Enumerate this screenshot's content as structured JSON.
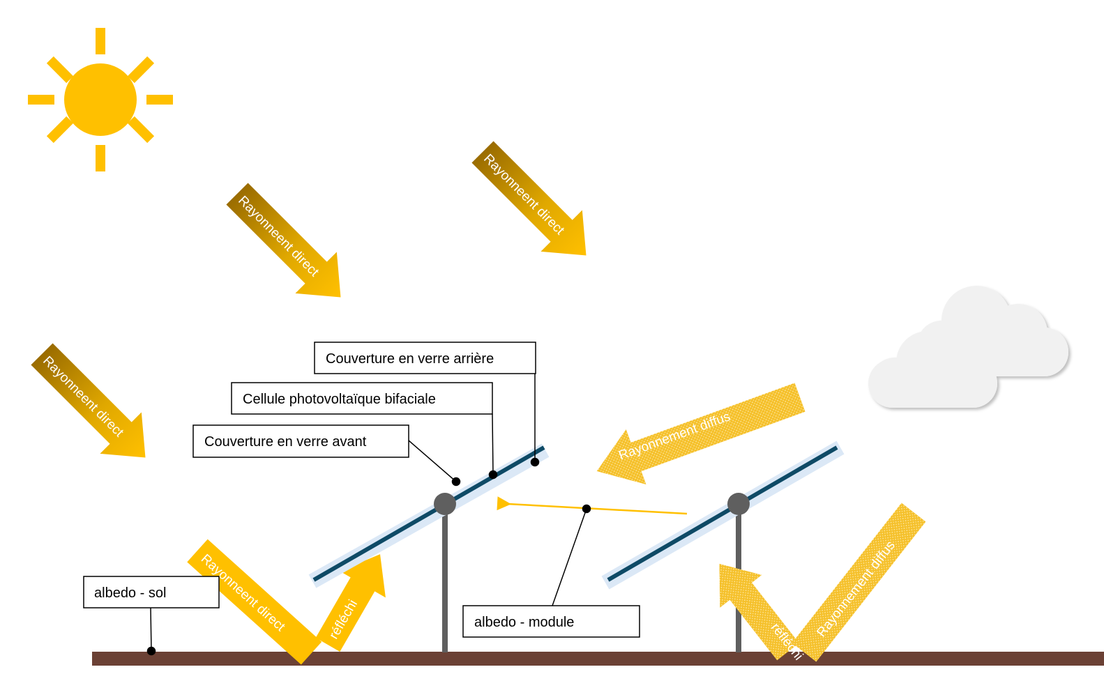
{
  "labels": {
    "direct": "Rayonneent direct",
    "diffuse": "Rayonnement diffus",
    "reflected": "réfléchi",
    "front_glass": "Couverture en verre avant",
    "bifacial_cell": "Cellule photovoltaïque bifaciale",
    "rear_glass": "Couverture en verre arrière",
    "albedo_ground": "albedo -  sol",
    "albedo_module": "albedo -  module"
  },
  "icons": {
    "sun": "sun-icon",
    "cloud": "cloud-icon"
  },
  "colors": {
    "sun": "#ffc000",
    "arrow_dark": "#9a6c00",
    "arrow_light": "#ffc000",
    "diffuse": "#f4c430",
    "ground": "#6b4135",
    "panel_cell": "#0e4a66",
    "panel_glass": "#dbe8f6",
    "post": "#5f5f5f",
    "cloud": "#f1f1f1"
  }
}
